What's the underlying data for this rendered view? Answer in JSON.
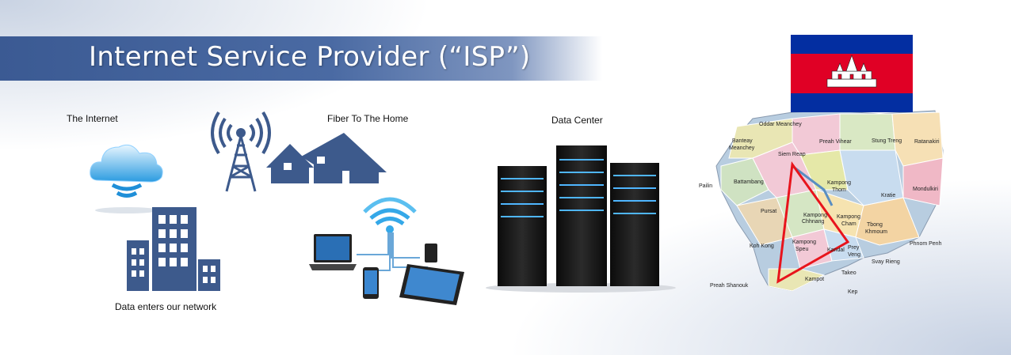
{
  "banner": {
    "title": "Internet Service Provider (“ISP”)"
  },
  "labels": {
    "internet": "The Internet",
    "fiber": "Fiber To The Home",
    "datacenter": "Data Center",
    "network": "Data enters our network"
  },
  "map": {
    "provinces": {
      "oddar_meanchey": "Oddar Meanchey",
      "banteay": "Banteay",
      "meanchey": "Meanchey",
      "siem_reap": "Siem Reap",
      "preah_vihear": "Preah Vihear",
      "stung_treng": "Stung Treng",
      "ratanakiri": "Ratanakiri",
      "pailin": "Pailin",
      "battambang": "Battambang",
      "kampong": "Kampong",
      "thom": "Thom",
      "kratie": "Kratie",
      "mondulkiri": "Mondulkiri",
      "pursat": "Pursat",
      "chhnang": "Chhnang",
      "cham": "Cham",
      "tbong": "Tbong",
      "khmoum": "Khmoum",
      "phnom_penh": "Phnom Penh",
      "koh_kong": "Koh Kong",
      "speu": "Speu",
      "kandal": "Kandal",
      "prey": "Prey",
      "veng": "Veng",
      "svay_rieng": "Svay Rieng",
      "takeo": "Takeo",
      "preah_shanouk": "Preah Shanouk",
      "kampot": "Kampot",
      "kep": "Kep"
    }
  },
  "colors": {
    "banner_blue": "#3b5a93",
    "icon_blue": "#3d5a8c",
    "flag_blue": "#032ea1",
    "flag_red": "#e00025",
    "triangle_red": "#e8141c",
    "server_glow": "#4fb6ff"
  }
}
